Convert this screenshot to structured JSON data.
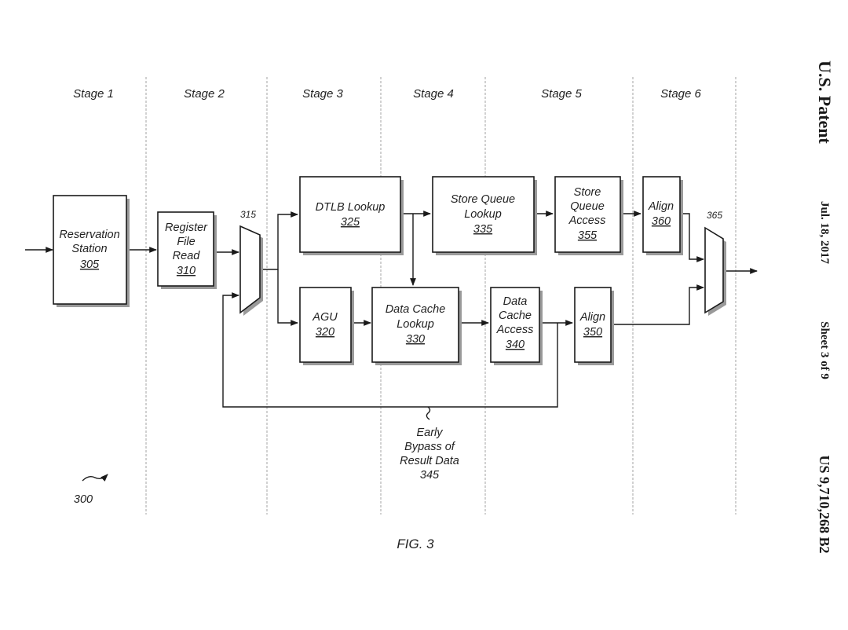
{
  "stages": [
    "Stage 1",
    "Stage 2",
    "Stage 3",
    "Stage 4",
    "Stage 5",
    "Stage 6"
  ],
  "blocks": {
    "reservation_station": [
      "Reservation",
      "Station",
      "305"
    ],
    "register_file_read": [
      "Register",
      "File",
      "Read",
      "310"
    ],
    "dtlb_lookup": [
      "DTLB Lookup",
      "325"
    ],
    "agu": [
      "AGU",
      "320"
    ],
    "data_cache_lookup": [
      "Data Cache",
      "Lookup",
      "330"
    ],
    "store_queue_lookup": [
      "Store Queue",
      "Lookup",
      "335"
    ],
    "data_cache_access": [
      "Data",
      "Cache",
      "Access",
      "340"
    ],
    "store_queue_access": [
      "Store",
      "Queue",
      "Access",
      "355"
    ],
    "align_360": [
      "Align",
      "360"
    ],
    "align_350": [
      "Align",
      "350"
    ]
  },
  "refs": {
    "mux_315": "315",
    "mux_365": "365",
    "figure_ref": "300"
  },
  "bypass_label": [
    "Early",
    "Bypass of",
    "Result Data",
    "345"
  ],
  "caption": "FIG. 3",
  "header": {
    "title": "U.S. Patent",
    "date": "Jul. 18, 2017",
    "sheet": "Sheet 3 of 9",
    "patent_number": "US 9,710,268 B2"
  }
}
